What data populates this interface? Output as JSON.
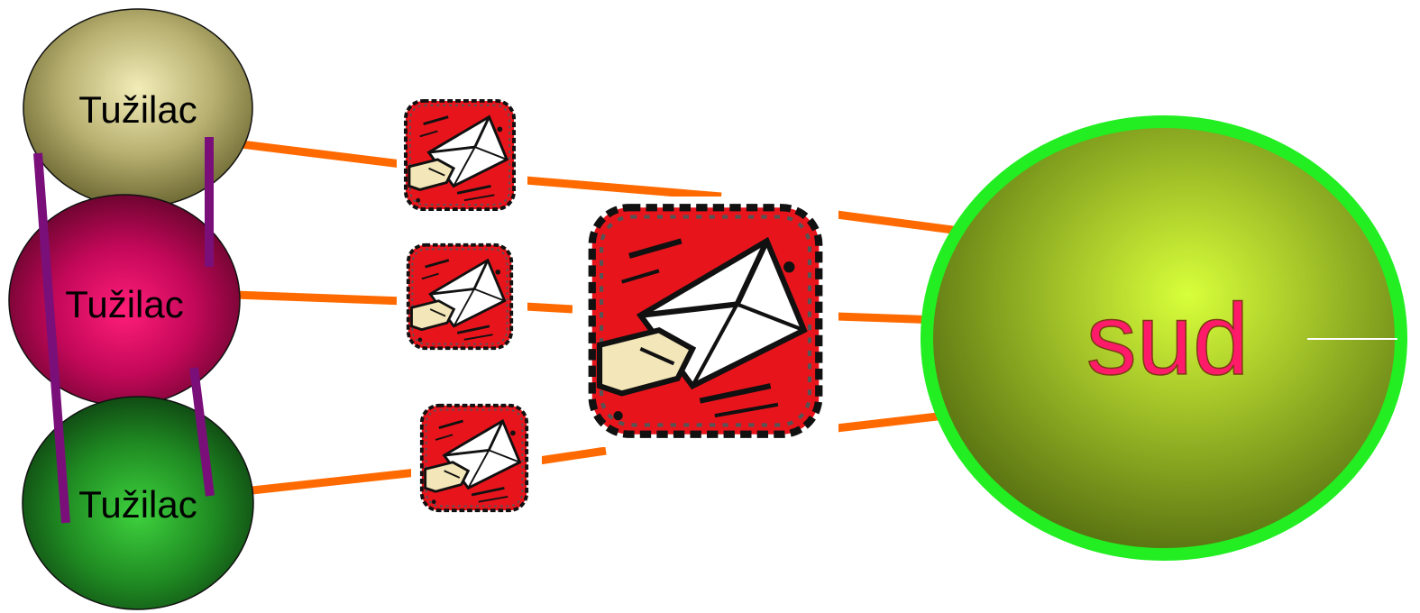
{
  "nodes": {
    "plaintiff_top": {
      "label": "Tužilac"
    },
    "plaintiff_middle": {
      "label": "Tužilac"
    },
    "plaintiff_bottom": {
      "label": "Tužilac"
    },
    "court": {
      "label": "sud"
    }
  },
  "icons": {
    "small_top": "mail-hand-icon",
    "small_middle": "mail-hand-icon",
    "small_bottom": "mail-hand-icon",
    "large_center": "mail-hand-icon"
  },
  "colors": {
    "connector": "#ff6a00",
    "link": "#7a0f7a",
    "court_ring": "#22ee22",
    "court_text": "#ff1a6a",
    "icon_red": "#e8141c"
  }
}
